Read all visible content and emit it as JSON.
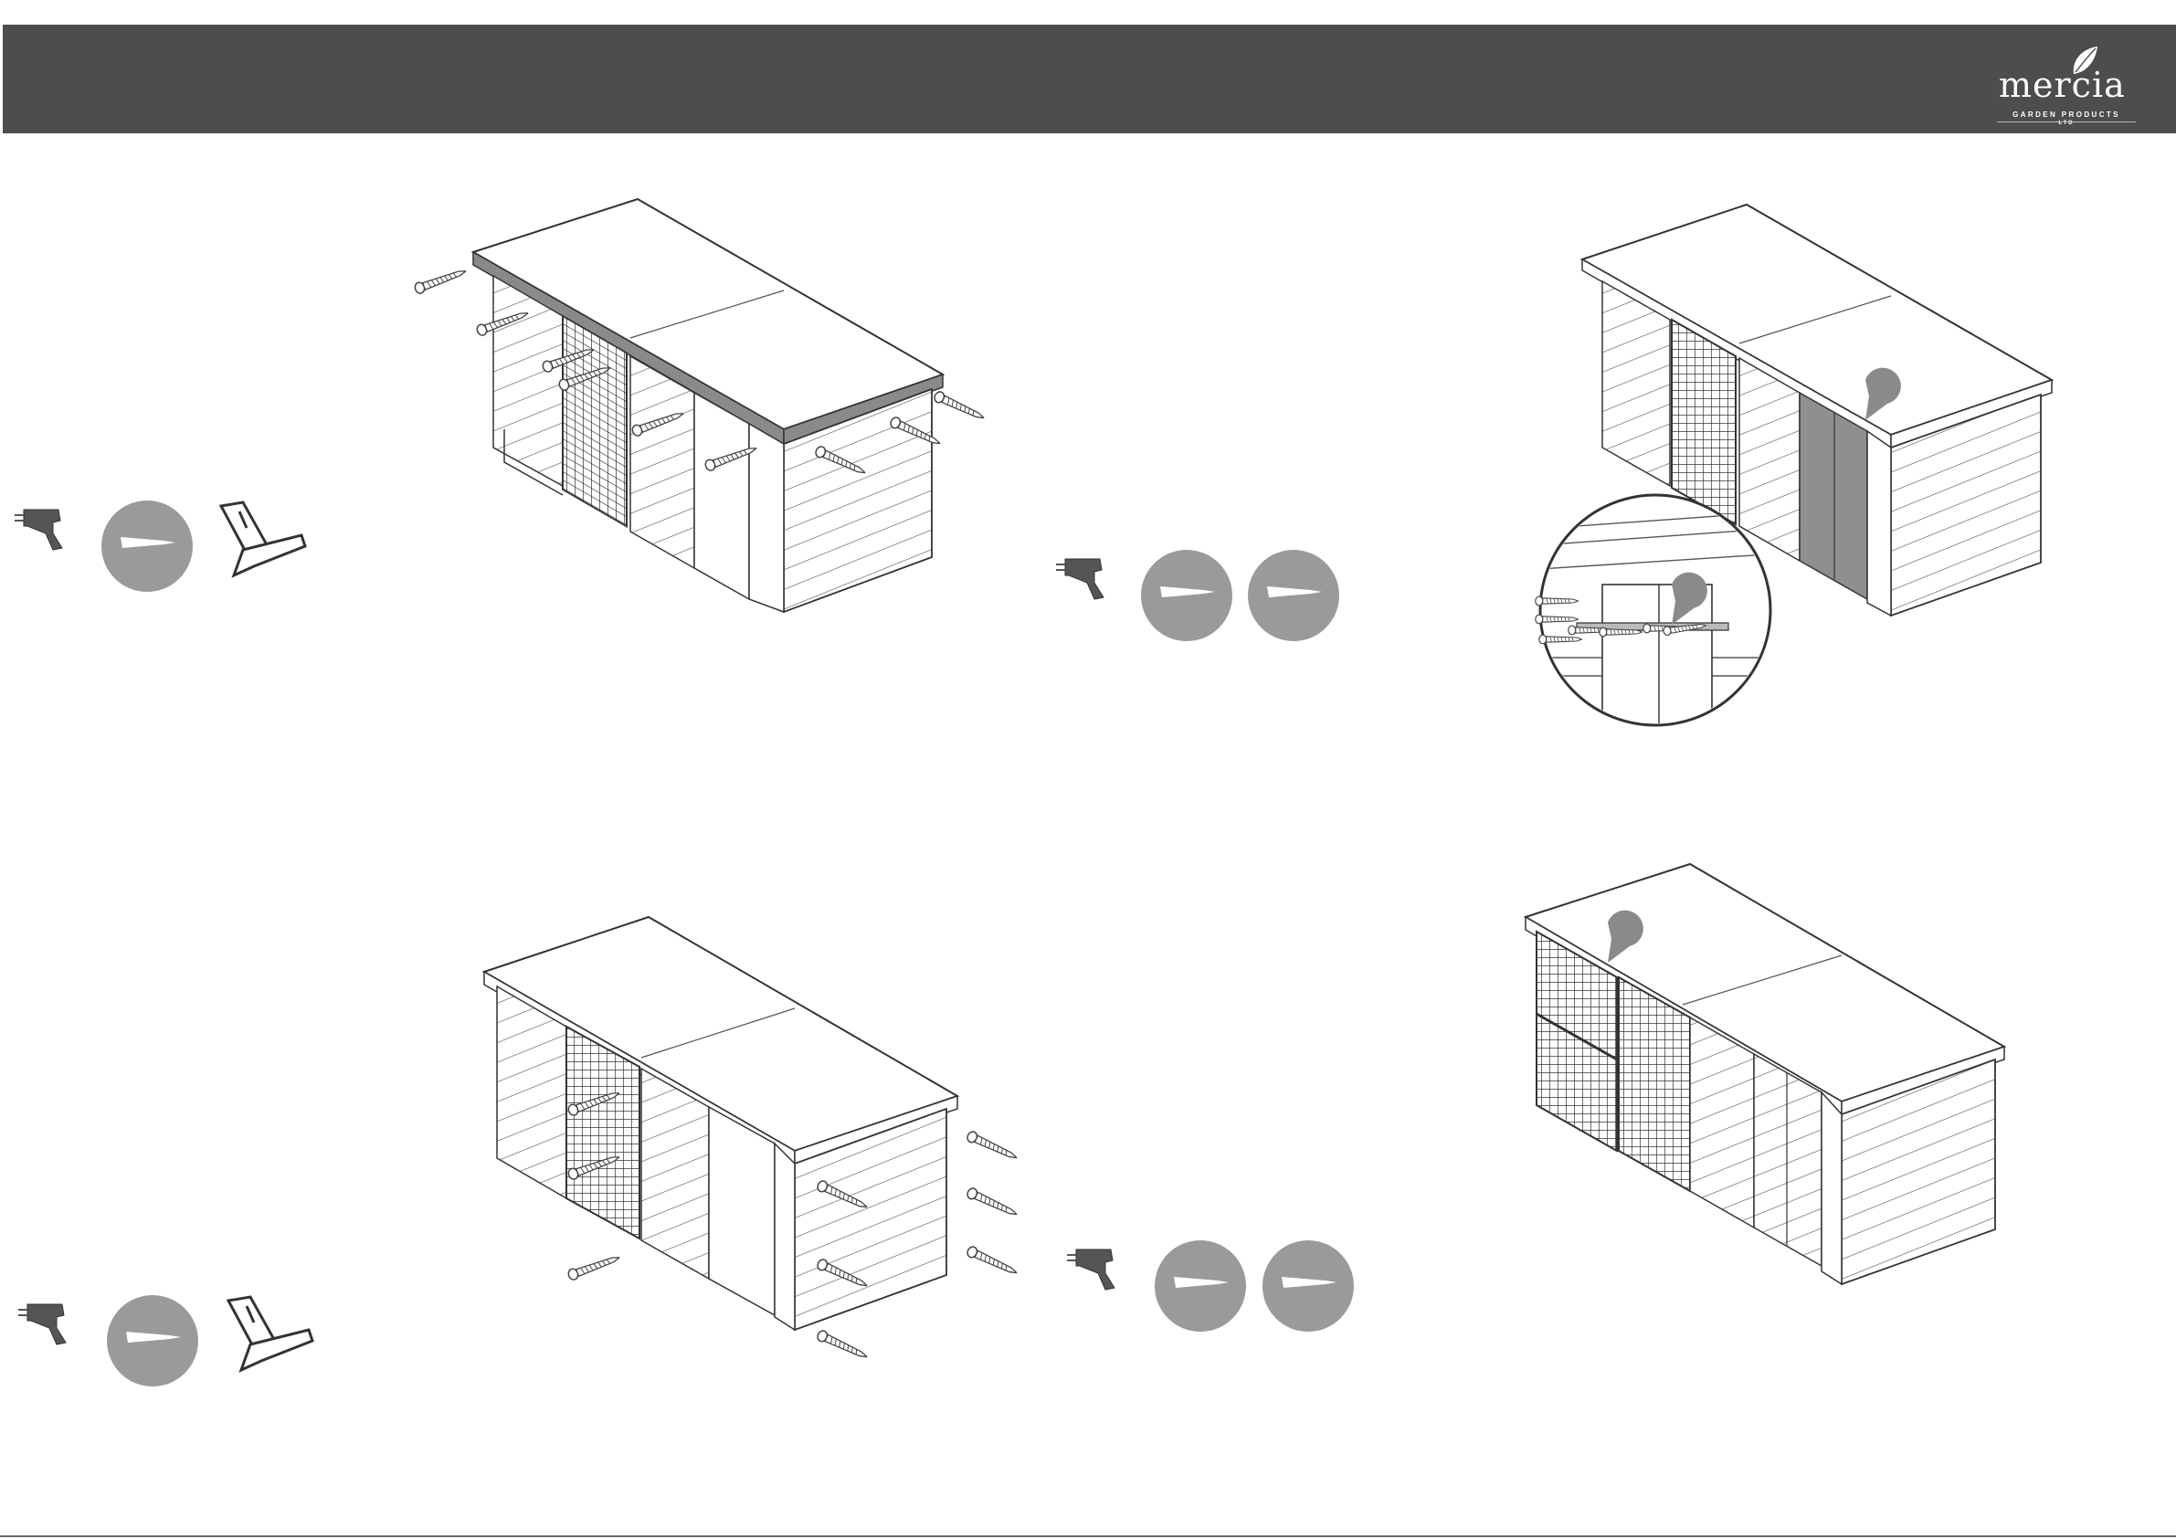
{
  "header": {
    "background": "#4e4c4d",
    "logo": {
      "brand": "mercia",
      "tagline": "GARDEN PRODUCTS",
      "suffix": "LTD"
    }
  },
  "steps": [
    {
      "illustration": "roof-fixing-screws",
      "tools": [
        "drill-icon",
        "screw-icon",
        "saw-icon"
      ]
    },
    {
      "illustration": "door-hinge-fixing",
      "tools": [
        "drill-icon",
        "screw-icon",
        "screw-icon"
      ]
    },
    {
      "illustration": "side-panel-screws",
      "tools": [
        "drill-icon",
        "screw-icon",
        "saw-icon"
      ]
    },
    {
      "illustration": "completed-kennel-run",
      "tools": []
    }
  ],
  "colors": {
    "tool_circle": "#9a9a9a",
    "line_art": "#4e4c4d"
  }
}
